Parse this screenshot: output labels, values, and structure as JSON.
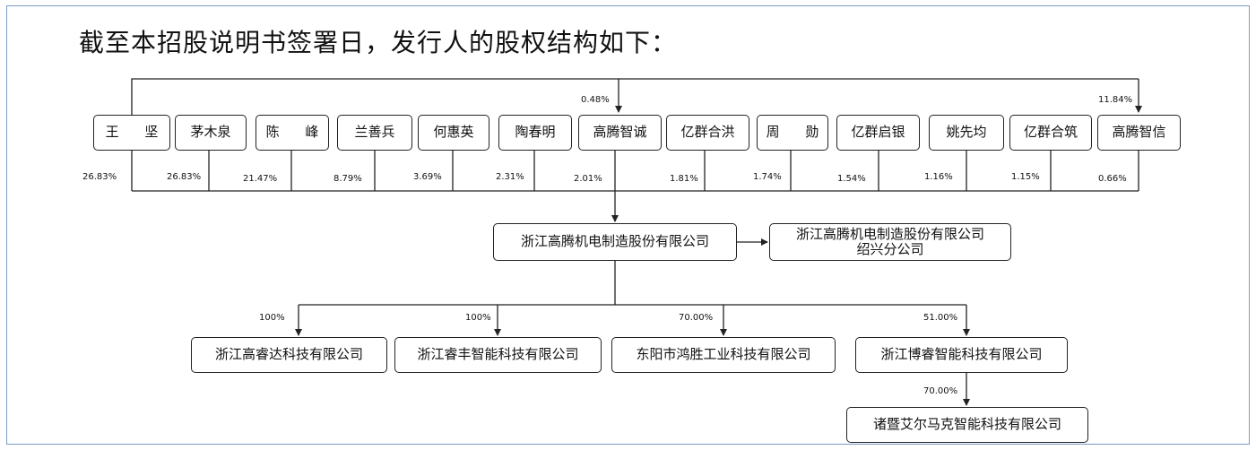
{
  "heading": "截至本招股说明书签署日，发行人的股权结构如下：",
  "shareholders": [
    {
      "name": "王  坚",
      "pct": "26.83%"
    },
    {
      "name": "茅木泉",
      "pct": "26.83%"
    },
    {
      "name": "陈  峰",
      "pct": "21.47%"
    },
    {
      "name": "兰善兵",
      "pct": "8.79%"
    },
    {
      "name": "何惠英",
      "pct": "3.69%"
    },
    {
      "name": "陶春明",
      "pct": "2.31%"
    },
    {
      "name": "高腾智诚",
      "pct": "2.01%"
    },
    {
      "name": "亿群合洪",
      "pct": "1.81%"
    },
    {
      "name": "周  勋",
      "pct": "1.74%"
    },
    {
      "name": "亿群启银",
      "pct": "1.54%"
    },
    {
      "name": "姚先均",
      "pct": "1.16%"
    },
    {
      "name": "亿群合筑",
      "pct": "1.15%"
    },
    {
      "name": "高腾智信",
      "pct": "0.66%"
    }
  ],
  "cross_holdings": [
    {
      "target": "高腾智诚",
      "pct": "0.48%"
    },
    {
      "target": "高腾智信",
      "pct": "11.84%"
    }
  ],
  "company": "浙江高腾机电制造股份有限公司",
  "branch": {
    "line1": "浙江高腾机电制造股份有限公司",
    "line2": "绍兴分公司"
  },
  "subsidiaries": [
    {
      "name": "浙江高睿达科技有限公司",
      "pct": "100%"
    },
    {
      "name": "浙江睿丰智能科技有限公司",
      "pct": "100%"
    },
    {
      "name": "东阳市鸿胜工业科技有限公司",
      "pct": "70.00%"
    },
    {
      "name": "浙江博睿智能科技有限公司",
      "pct": "51.00%"
    }
  ],
  "sub_subsidiary": {
    "name": "诸暨艾尔马克智能科技有限公司",
    "pct": "70.00%"
  }
}
